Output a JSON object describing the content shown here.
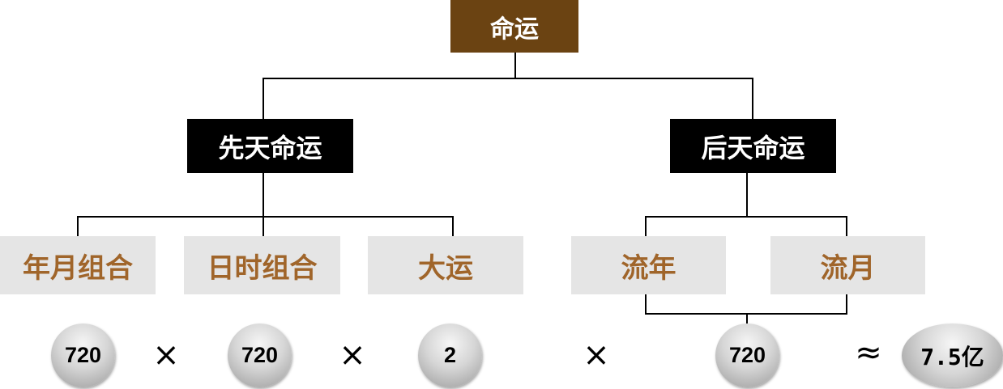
{
  "root": {
    "label": "命运"
  },
  "branches": [
    {
      "label": "先天命运",
      "children": [
        {
          "label": "年月组合"
        },
        {
          "label": "日时组合"
        },
        {
          "label": "大运"
        }
      ]
    },
    {
      "label": "后天命运",
      "children": [
        {
          "label": "流年"
        },
        {
          "label": "流月"
        }
      ]
    }
  ],
  "formula": {
    "values": [
      "720",
      "720",
      "2",
      "720"
    ],
    "times_symbol": "×",
    "approx_symbol": "≈",
    "result": "7.5亿"
  },
  "colors": {
    "root_bg": "#6b4312",
    "branch_bg": "#000000",
    "leaf_bg": "#e5e5e5",
    "leaf_text": "#a0652a",
    "line": "#000000"
  }
}
